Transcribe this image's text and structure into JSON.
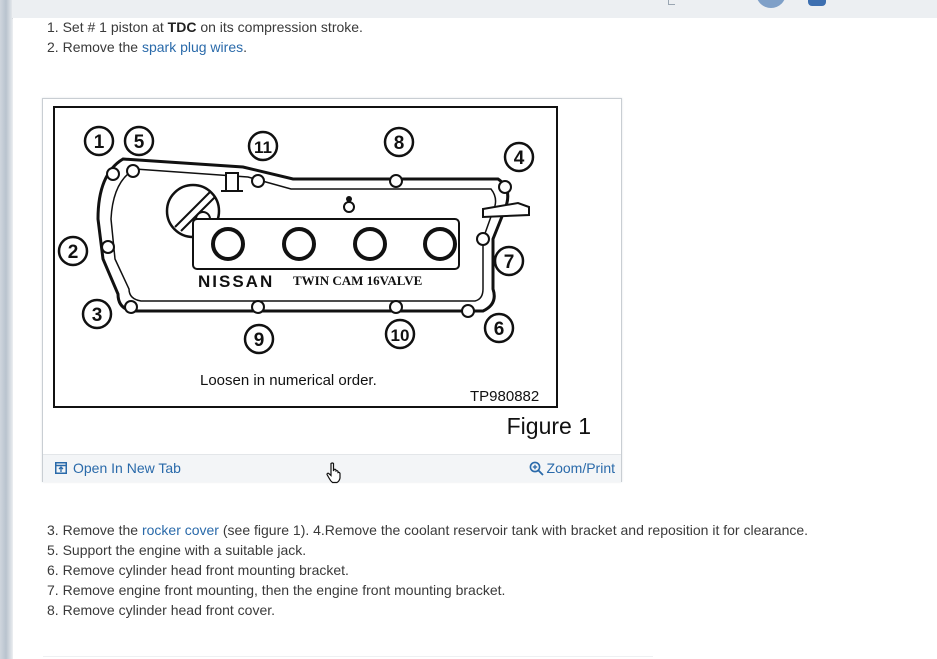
{
  "steps_top": [
    {
      "num": "1.",
      "pre": "Set # 1 piston at ",
      "bold": "TDC",
      "post": " on its compression stroke."
    },
    {
      "num": "2.",
      "pre": "Remove the ",
      "link": "spark plug wires",
      "post": "."
    }
  ],
  "figure": {
    "bolt_labels": [
      "1",
      "5",
      "11",
      "8",
      "4",
      "2",
      "7",
      "3",
      "9",
      "10",
      "6"
    ],
    "brand_text": "NISSAN",
    "subtitle_text": "TWIN CAM 16VALVE",
    "instruction": "Loosen in numerical order.",
    "code": "TP980882",
    "caption": "Figure 1",
    "open_tab_label": "Open In New Tab",
    "zoom_label": "Zoom/Print"
  },
  "steps_bottom": [
    {
      "num": "3.",
      "pre": "Remove the ",
      "link": "rocker cover",
      "post": " (see figure 1). 4.Remove the coolant reservoir tank with bracket and reposition it for clearance."
    },
    {
      "num": "5.",
      "pre": "Support the engine with a suitable jack."
    },
    {
      "num": "6.",
      "pre": "Remove cylinder head front mounting bracket."
    },
    {
      "num": "7.",
      "pre": "Remove engine front mounting, then the engine front mounting bracket."
    },
    {
      "num": "8.",
      "pre": "Remove cylinder head front cover."
    }
  ],
  "colors": {
    "link": "#2a6aaa",
    "accent": "#7fa0c8"
  }
}
